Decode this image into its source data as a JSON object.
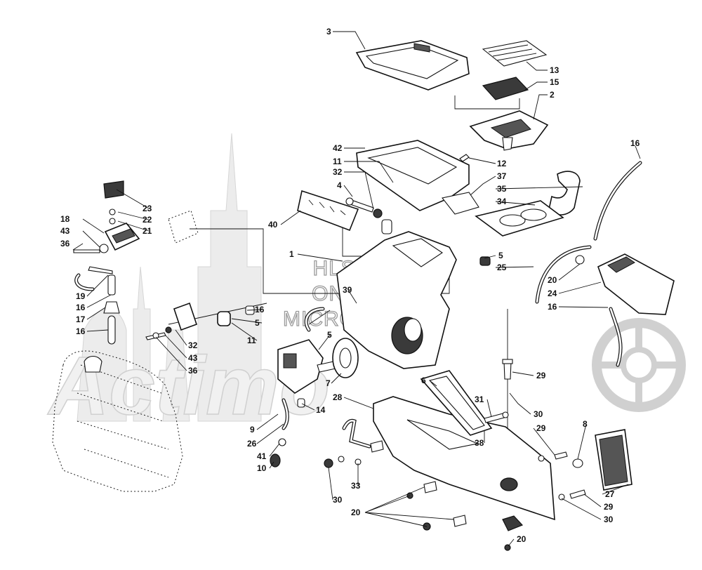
{
  "watermark": {
    "line1": "HLSM'S",
    "line2": "ONLINE",
    "line3": "MICROFICHE",
    "logo": "Actimo"
  },
  "callouts": [
    {
      "id": "c3",
      "label": "3"
    },
    {
      "id": "c13",
      "label": "13"
    },
    {
      "id": "c15",
      "label": "15"
    },
    {
      "id": "c2",
      "label": "2"
    },
    {
      "id": "c42",
      "label": "42"
    },
    {
      "id": "c11a",
      "label": "11"
    },
    {
      "id": "c12",
      "label": "12"
    },
    {
      "id": "c32a",
      "label": "32"
    },
    {
      "id": "c37",
      "label": "37"
    },
    {
      "id": "c16a",
      "label": "16"
    },
    {
      "id": "c4",
      "label": "4"
    },
    {
      "id": "c35",
      "label": "35"
    },
    {
      "id": "c34",
      "label": "34"
    },
    {
      "id": "c23",
      "label": "23"
    },
    {
      "id": "c22",
      "label": "22"
    },
    {
      "id": "c21",
      "label": "21"
    },
    {
      "id": "c18",
      "label": "18"
    },
    {
      "id": "c43a",
      "label": "43"
    },
    {
      "id": "c36a",
      "label": "36"
    },
    {
      "id": "c40",
      "label": "40"
    },
    {
      "id": "c1",
      "label": "1"
    },
    {
      "id": "c5a",
      "label": "5"
    },
    {
      "id": "c25",
      "label": "25"
    },
    {
      "id": "c20a",
      "label": "20"
    },
    {
      "id": "c24",
      "label": "24"
    },
    {
      "id": "c16b",
      "label": "16"
    },
    {
      "id": "c19",
      "label": "19"
    },
    {
      "id": "c16c",
      "label": "16"
    },
    {
      "id": "c39",
      "label": "39"
    },
    {
      "id": "c17",
      "label": "17"
    },
    {
      "id": "c16d",
      "label": "16"
    },
    {
      "id": "c5b",
      "label": "5"
    },
    {
      "id": "c16e",
      "label": "16"
    },
    {
      "id": "c5c",
      "label": "5"
    },
    {
      "id": "c11b",
      "label": "11"
    },
    {
      "id": "c32b",
      "label": "32"
    },
    {
      "id": "c43b",
      "label": "43"
    },
    {
      "id": "c36b",
      "label": "36"
    },
    {
      "id": "c7",
      "label": "7"
    },
    {
      "id": "c29a",
      "label": "29"
    },
    {
      "id": "c6",
      "label": "6"
    },
    {
      "id": "c28",
      "label": "28"
    },
    {
      "id": "c14",
      "label": "14"
    },
    {
      "id": "c31",
      "label": "31"
    },
    {
      "id": "c30a",
      "label": "30"
    },
    {
      "id": "c9",
      "label": "9"
    },
    {
      "id": "c8",
      "label": "8"
    },
    {
      "id": "c29b",
      "label": "29"
    },
    {
      "id": "c38",
      "label": "38"
    },
    {
      "id": "c26",
      "label": "26"
    },
    {
      "id": "c41",
      "label": "41"
    },
    {
      "id": "c10",
      "label": "10"
    },
    {
      "id": "c33",
      "label": "33"
    },
    {
      "id": "c27",
      "label": "27"
    },
    {
      "id": "c30b",
      "label": "30"
    },
    {
      "id": "c29c",
      "label": "29"
    },
    {
      "id": "c30c",
      "label": "30"
    },
    {
      "id": "c20b",
      "label": "20"
    },
    {
      "id": "c20c",
      "label": "20"
    }
  ]
}
